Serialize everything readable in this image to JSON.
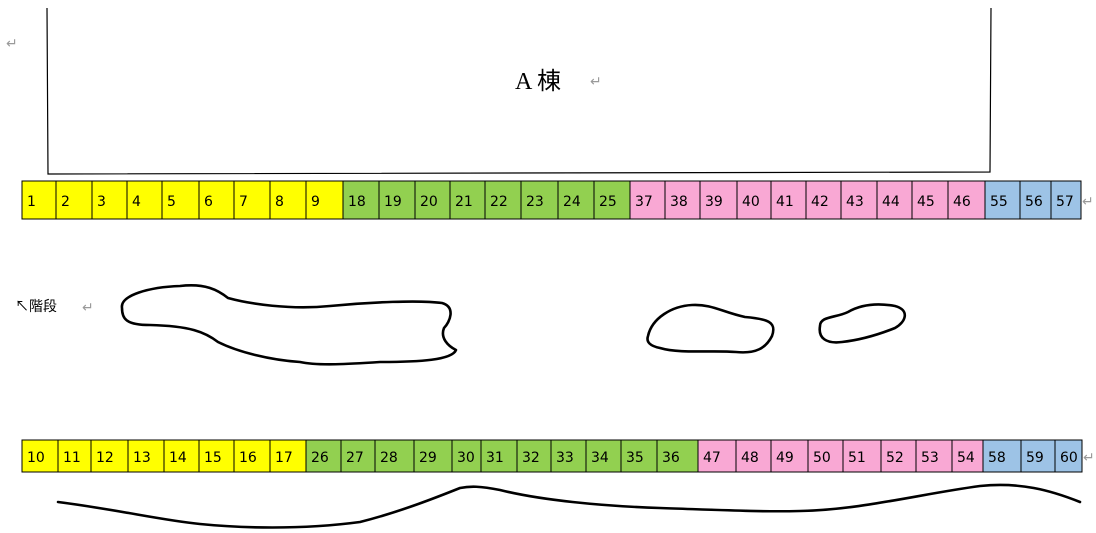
{
  "diagram": {
    "building_label": "A 棟",
    "stairs_label": "↖階段",
    "return_mark": "↵",
    "colors": {
      "yellow": "#ffff00",
      "green": "#92d050",
      "pink": "#f9a8d4",
      "blue": "#9dc3e6"
    },
    "top_row": [
      {
        "n": "1",
        "c": "yellow"
      },
      {
        "n": "2",
        "c": "yellow"
      },
      {
        "n": "3",
        "c": "yellow"
      },
      {
        "n": "4",
        "c": "yellow"
      },
      {
        "n": "5",
        "c": "yellow"
      },
      {
        "n": "6",
        "c": "yellow"
      },
      {
        "n": "7",
        "c": "yellow"
      },
      {
        "n": "8",
        "c": "yellow"
      },
      {
        "n": "9",
        "c": "yellow"
      },
      {
        "n": "18",
        "c": "green"
      },
      {
        "n": "19",
        "c": "green"
      },
      {
        "n": "20",
        "c": "green"
      },
      {
        "n": "21",
        "c": "green"
      },
      {
        "n": "22",
        "c": "green"
      },
      {
        "n": "23",
        "c": "green"
      },
      {
        "n": "24",
        "c": "green"
      },
      {
        "n": "25",
        "c": "green"
      },
      {
        "n": "37",
        "c": "pink"
      },
      {
        "n": "38",
        "c": "pink"
      },
      {
        "n": "39",
        "c": "pink"
      },
      {
        "n": "40",
        "c": "pink"
      },
      {
        "n": "41",
        "c": "pink"
      },
      {
        "n": "42",
        "c": "pink"
      },
      {
        "n": "43",
        "c": "pink"
      },
      {
        "n": "44",
        "c": "pink"
      },
      {
        "n": "45",
        "c": "pink"
      },
      {
        "n": "46",
        "c": "pink"
      },
      {
        "n": "55",
        "c": "blue"
      },
      {
        "n": "56",
        "c": "blue"
      },
      {
        "n": "57",
        "c": "blue"
      }
    ],
    "bottom_row": [
      {
        "n": "10",
        "c": "yellow"
      },
      {
        "n": "11",
        "c": "yellow"
      },
      {
        "n": "12",
        "c": "yellow"
      },
      {
        "n": "13",
        "c": "yellow"
      },
      {
        "n": "14",
        "c": "yellow"
      },
      {
        "n": "15",
        "c": "yellow"
      },
      {
        "n": "16",
        "c": "yellow"
      },
      {
        "n": "17",
        "c": "yellow"
      },
      {
        "n": "26",
        "c": "green"
      },
      {
        "n": "27",
        "c": "green"
      },
      {
        "n": "28",
        "c": "green"
      },
      {
        "n": "29",
        "c": "green"
      },
      {
        "n": "30",
        "c": "green"
      },
      {
        "n": "31",
        "c": "green"
      },
      {
        "n": "32",
        "c": "green"
      },
      {
        "n": "33",
        "c": "green"
      },
      {
        "n": "34",
        "c": "green"
      },
      {
        "n": "35",
        "c": "green"
      },
      {
        "n": "36",
        "c": "green"
      },
      {
        "n": "47",
        "c": "pink"
      },
      {
        "n": "48",
        "c": "pink"
      },
      {
        "n": "49",
        "c": "pink"
      },
      {
        "n": "50",
        "c": "pink"
      },
      {
        "n": "51",
        "c": "pink"
      },
      {
        "n": "52",
        "c": "pink"
      },
      {
        "n": "53",
        "c": "pink"
      },
      {
        "n": "54",
        "c": "pink"
      },
      {
        "n": "58",
        "c": "blue"
      },
      {
        "n": "59",
        "c": "blue"
      },
      {
        "n": "60",
        "c": "blue"
      }
    ]
  }
}
